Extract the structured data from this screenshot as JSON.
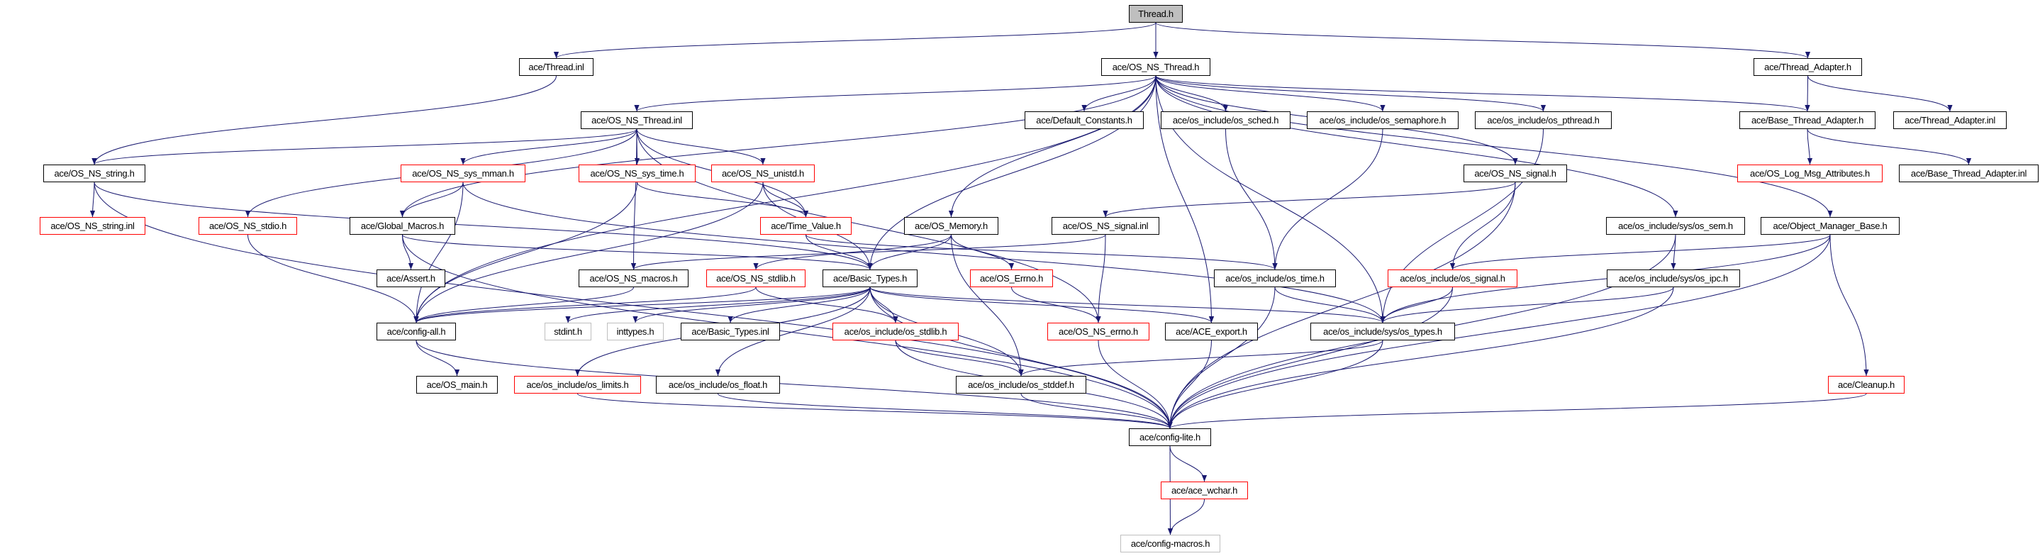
{
  "colors": {
    "edge": "#191970",
    "node_border": "#000000",
    "truncated_border": "#ff0000",
    "system_border": "#bfbfbf",
    "root_fill": "#bfbfbf"
  },
  "nodes": {
    "thread_h": {
      "label": "Thread.h",
      "style": "root"
    },
    "thread_inl": {
      "label": "ace/Thread.inl",
      "style": "normal"
    },
    "os_ns_thread_h": {
      "label": "ace/OS_NS_Thread.h",
      "style": "normal"
    },
    "thread_adapter_h": {
      "label": "ace/Thread_Adapter.h",
      "style": "normal"
    },
    "os_ns_thread_inl": {
      "label": "ace/OS_NS_Thread.inl",
      "style": "normal"
    },
    "default_constants_h": {
      "label": "ace/Default_Constants.h",
      "style": "normal"
    },
    "os_sched_h": {
      "label": "ace/os_include/os_sched.h",
      "style": "normal"
    },
    "os_semaphore_h": {
      "label": "ace/os_include/os_semaphore.h",
      "style": "normal"
    },
    "os_pthread_h": {
      "label": "ace/os_include/os_pthread.h",
      "style": "normal"
    },
    "base_thread_adapter_h": {
      "label": "ace/Base_Thread_Adapter.h",
      "style": "normal"
    },
    "thread_adapter_inl": {
      "label": "ace/Thread_Adapter.inl",
      "style": "normal"
    },
    "os_ns_string_h": {
      "label": "ace/OS_NS_string.h",
      "style": "normal"
    },
    "os_ns_sys_mman_h": {
      "label": "ace/OS_NS_sys_mman.h",
      "style": "red"
    },
    "os_ns_sys_time_h": {
      "label": "ace/OS_NS_sys_time.h",
      "style": "red"
    },
    "os_ns_unistd_h": {
      "label": "ace/OS_NS_unistd.h",
      "style": "red"
    },
    "os_ns_signal_h": {
      "label": "ace/OS_NS_signal.h",
      "style": "normal"
    },
    "os_log_msg_attributes_h": {
      "label": "ace/OS_Log_Msg_Attributes.h",
      "style": "red"
    },
    "base_thread_adapter_inl": {
      "label": "ace/Base_Thread_Adapter.inl",
      "style": "normal"
    },
    "os_ns_string_inl": {
      "label": "ace/OS_NS_string.inl",
      "style": "red"
    },
    "os_ns_stdio_h": {
      "label": "ace/OS_NS_stdio.h",
      "style": "red"
    },
    "global_macros_h": {
      "label": "ace/Global_Macros.h",
      "style": "normal"
    },
    "time_value_h": {
      "label": "ace/Time_Value.h",
      "style": "red"
    },
    "os_memory_h": {
      "label": "ace/OS_Memory.h",
      "style": "normal"
    },
    "os_ns_signal_inl": {
      "label": "ace/OS_NS_signal.inl",
      "style": "normal"
    },
    "os_sem_h": {
      "label": "ace/os_include/sys/os_sem.h",
      "style": "normal"
    },
    "object_manager_base_h": {
      "label": "ace/Object_Manager_Base.h",
      "style": "normal"
    },
    "assert_h": {
      "label": "ace/Assert.h",
      "style": "normal"
    },
    "os_ns_macros_h": {
      "label": "ace/OS_NS_macros.h",
      "style": "normal"
    },
    "os_ns_stdlib_h": {
      "label": "ace/OS_NS_stdlib.h",
      "style": "red"
    },
    "basic_types_h": {
      "label": "ace/Basic_Types.h",
      "style": "normal"
    },
    "os_errno_h": {
      "label": "ace/OS_Errno.h",
      "style": "red"
    },
    "os_time_h": {
      "label": "ace/os_include/os_time.h",
      "style": "normal"
    },
    "os_signal_h": {
      "label": "ace/os_include/os_signal.h",
      "style": "red"
    },
    "os_ipc_h": {
      "label": "ace/os_include/sys/os_ipc.h",
      "style": "normal"
    },
    "config_all_h": {
      "label": "ace/config-all.h",
      "style": "normal"
    },
    "stdint_h": {
      "label": "stdint.h",
      "style": "gray"
    },
    "inttypes_h": {
      "label": "inttypes.h",
      "style": "gray"
    },
    "basic_types_inl": {
      "label": "ace/Basic_Types.inl",
      "style": "normal"
    },
    "os_stdlib_h": {
      "label": "ace/os_include/os_stdlib.h",
      "style": "red"
    },
    "os_ns_errno_h": {
      "label": "ace/OS_NS_errno.h",
      "style": "red"
    },
    "ace_export_h": {
      "label": "ace/ACE_export.h",
      "style": "normal"
    },
    "os_types_h": {
      "label": "ace/os_include/sys/os_types.h",
      "style": "normal"
    },
    "os_main_h": {
      "label": "ace/OS_main.h",
      "style": "normal"
    },
    "os_limits_h": {
      "label": "ace/os_include/os_limits.h",
      "style": "red"
    },
    "os_float_h": {
      "label": "ace/os_include/os_float.h",
      "style": "normal"
    },
    "os_stddef_h": {
      "label": "ace/os_include/os_stddef.h",
      "style": "normal"
    },
    "cleanup_h": {
      "label": "ace/Cleanup.h",
      "style": "red"
    },
    "config_lite_h": {
      "label": "ace/config-lite.h",
      "style": "normal"
    },
    "ace_wchar_h": {
      "label": "ace/ace_wchar.h",
      "style": "red"
    },
    "config_macros_h": {
      "label": "ace/config-macros.h",
      "style": "gray"
    }
  },
  "edges": [
    [
      "thread_h",
      "thread_inl"
    ],
    [
      "thread_h",
      "os_ns_thread_h"
    ],
    [
      "thread_h",
      "thread_adapter_h"
    ],
    [
      "thread_inl",
      "os_ns_string_h"
    ],
    [
      "os_ns_thread_h",
      "config_all_h"
    ],
    [
      "os_ns_thread_h",
      "global_macros_h"
    ],
    [
      "os_ns_thread_h",
      "os_ns_thread_inl"
    ],
    [
      "os_ns_thread_h",
      "basic_types_h"
    ],
    [
      "os_ns_thread_h",
      "os_memory_h"
    ],
    [
      "os_ns_thread_h",
      "default_constants_h"
    ],
    [
      "os_ns_thread_h",
      "os_sched_h"
    ],
    [
      "os_ns_thread_h",
      "os_semaphore_h"
    ],
    [
      "os_ns_thread_h",
      "os_pthread_h"
    ],
    [
      "os_ns_thread_h",
      "base_thread_adapter_h"
    ],
    [
      "os_ns_thread_h",
      "os_ns_signal_h"
    ],
    [
      "os_ns_thread_h",
      "os_sem_h"
    ],
    [
      "os_ns_thread_h",
      "object_manager_base_h"
    ],
    [
      "os_ns_thread_h",
      "ace_export_h"
    ],
    [
      "os_ns_thread_h",
      "os_types_h"
    ],
    [
      "os_ns_thread_inl",
      "os_ns_string_h"
    ],
    [
      "os_ns_thread_inl",
      "os_ns_sys_mman_h"
    ],
    [
      "os_ns_thread_inl",
      "os_ns_sys_time_h"
    ],
    [
      "os_ns_thread_inl",
      "os_ns_unistd_h"
    ],
    [
      "os_ns_thread_inl",
      "time_value_h"
    ],
    [
      "os_ns_thread_inl",
      "os_ns_stdio_h"
    ],
    [
      "os_ns_thread_inl",
      "os_ns_macros_h"
    ],
    [
      "os_ns_thread_inl",
      "os_ns_errno_h"
    ],
    [
      "os_ns_string_h",
      "os_ns_string_inl"
    ],
    [
      "os_ns_string_h",
      "config_lite_h"
    ],
    [
      "os_ns_string_h",
      "basic_types_h"
    ],
    [
      "os_ns_sys_mman_h",
      "global_macros_h"
    ],
    [
      "os_ns_sys_mman_h",
      "config_all_h"
    ],
    [
      "os_ns_sys_mman_h",
      "os_types_h"
    ],
    [
      "os_ns_sys_time_h",
      "config_all_h"
    ],
    [
      "os_ns_sys_time_h",
      "time_value_h"
    ],
    [
      "os_ns_unistd_h",
      "time_value_h"
    ],
    [
      "os_ns_unistd_h",
      "basic_types_h"
    ],
    [
      "os_ns_unistd_h",
      "config_all_h"
    ],
    [
      "os_ns_stdio_h",
      "config_all_h"
    ],
    [
      "global_macros_h",
      "assert_h"
    ],
    [
      "global_macros_h",
      "config_lite_h"
    ],
    [
      "global_macros_h",
      "basic_types_h"
    ],
    [
      "time_value_h",
      "basic_types_h"
    ],
    [
      "time_value_h",
      "os_time_h"
    ],
    [
      "os_memory_h",
      "basic_types_h"
    ],
    [
      "os_memory_h",
      "os_errno_h"
    ],
    [
      "os_memory_h",
      "os_ns_stdlib_h"
    ],
    [
      "os_memory_h",
      "os_stddef_h"
    ],
    [
      "os_ns_signal_inl",
      "os_ns_errno_h"
    ],
    [
      "os_ns_signal_inl",
      "os_ns_macros_h"
    ],
    [
      "os_ns_stdlib_h",
      "os_stdlib_h"
    ],
    [
      "os_ns_stdlib_h",
      "config_all_h"
    ],
    [
      "os_ns_macros_h",
      "config_all_h"
    ],
    [
      "basic_types_h",
      "config_all_h"
    ],
    [
      "basic_types_h",
      "stdint_h"
    ],
    [
      "basic_types_h",
      "inttypes_h"
    ],
    [
      "basic_types_h",
      "basic_types_inl"
    ],
    [
      "basic_types_h",
      "os_stdlib_h"
    ],
    [
      "basic_types_h",
      "os_stddef_h"
    ],
    [
      "basic_types_h",
      "config_lite_h"
    ],
    [
      "basic_types_h",
      "ace_export_h"
    ],
    [
      "basic_types_h",
      "os_types_h"
    ],
    [
      "basic_types_h",
      "os_limits_h"
    ],
    [
      "basic_types_h",
      "os_float_h"
    ],
    [
      "os_errno_h",
      "os_ns_errno_h"
    ],
    [
      "os_time_h",
      "config_lite_h"
    ],
    [
      "os_time_h",
      "os_types_h"
    ],
    [
      "os_sched_h",
      "os_time_h"
    ],
    [
      "os_semaphore_h",
      "os_time_h"
    ],
    [
      "os_pthread_h",
      "os_types_h"
    ],
    [
      "os_ns_signal_h",
      "os_ns_signal_inl"
    ],
    [
      "os_ns_signal_h",
      "os_signal_h"
    ],
    [
      "os_ns_signal_h",
      "config_lite_h"
    ],
    [
      "os_sem_h",
      "os_ipc_h"
    ],
    [
      "os_sem_h",
      "config_lite_h"
    ],
    [
      "object_manager_base_h",
      "os_signal_h"
    ],
    [
      "object_manager_base_h",
      "os_types_h"
    ],
    [
      "object_manager_base_h",
      "config_lite_h"
    ],
    [
      "object_manager_base_h",
      "cleanup_h"
    ],
    [
      "os_signal_h",
      "os_types_h"
    ],
    [
      "os_signal_h",
      "config_lite_h"
    ],
    [
      "os_ipc_h",
      "os_types_h"
    ],
    [
      "os_ipc_h",
      "config_lite_h"
    ],
    [
      "os_types_h",
      "os_stddef_h"
    ],
    [
      "os_types_h",
      "config_lite_h"
    ],
    [
      "os_stdlib_h",
      "os_stddef_h"
    ],
    [
      "os_stdlib_h",
      "config_lite_h"
    ],
    [
      "os_stddef_h",
      "config_lite_h"
    ],
    [
      "os_ns_errno_h",
      "config_lite_h"
    ],
    [
      "ace_export_h",
      "config_lite_h"
    ],
    [
      "config_all_h",
      "os_main_h"
    ],
    [
      "config_all_h",
      "config_lite_h"
    ],
    [
      "os_limits_h",
      "config_lite_h"
    ],
    [
      "os_float_h",
      "config_lite_h"
    ],
    [
      "cleanup_h",
      "config_lite_h"
    ],
    [
      "config_lite_h",
      "ace_wchar_h"
    ],
    [
      "config_lite_h",
      "config_macros_h"
    ],
    [
      "ace_wchar_h",
      "config_macros_h"
    ],
    [
      "thread_adapter_h",
      "base_thread_adapter_h"
    ],
    [
      "thread_adapter_h",
      "thread_adapter_inl"
    ],
    [
      "base_thread_adapter_h",
      "os_log_msg_attributes_h"
    ],
    [
      "base_thread_adapter_h",
      "base_thread_adapter_inl"
    ]
  ]
}
